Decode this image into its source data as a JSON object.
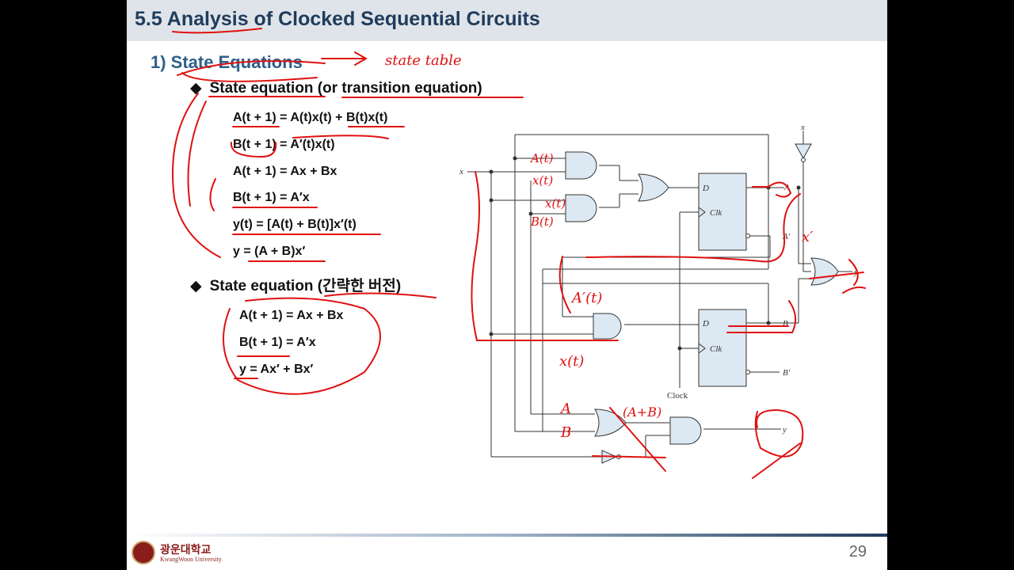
{
  "slide": {
    "title": "5.5 Analysis of Clocked Sequential Circuits",
    "section": "1)  State Equations",
    "bullet1": "State equation (or transition equation)",
    "bullet2": "State equation (간략한 버전)",
    "bullet_marker": "◆",
    "equations_full": [
      "A(t + 1) = A(t)x(t) + B(t)x(t)",
      "B(t + 1) = A′(t)x(t)",
      "A(t + 1) = Ax + Bx",
      "B(t + 1) = A′x",
      "y(t) = [A(t) + B(t)]x′(t)",
      "y = (A + B)x′"
    ],
    "equations_short": [
      "A(t + 1) = Ax + Bx",
      "B(t + 1) = A′x",
      "y = Ax′ + Bx′"
    ],
    "page_number": "29"
  },
  "logo": {
    "name": "광운대학교",
    "sub": "KwangWoon University"
  },
  "circuit": {
    "input_x_left": "x",
    "input_x_top": "x",
    "ff_d": "D",
    "ff_clk": "Clk",
    "out_a": "A",
    "out_a_not": "A′",
    "out_b": "B",
    "out_b_not": "B′",
    "out_y_top": "y",
    "out_y_bottom": "y",
    "clock": "Clock"
  },
  "annotations": {
    "state_table": "state table",
    "a_t": "A(t)",
    "x_t_1": "x(t)",
    "x_t_2": "x(t)",
    "b_t": "B(t)",
    "a_prime": "A′(t)",
    "x_t_3": "x(t)",
    "x_prime": "x′",
    "a_label": "A",
    "b_label": "B",
    "a_plus_b": "(A+B)"
  },
  "colors": {
    "title_bar": "#dfe4ea",
    "title_text": "#1f3c5c",
    "section": "#2e5f8a",
    "ink": "#e01010",
    "ff_fill": "#dce8f2",
    "gate_fill": "#dce8f2"
  }
}
